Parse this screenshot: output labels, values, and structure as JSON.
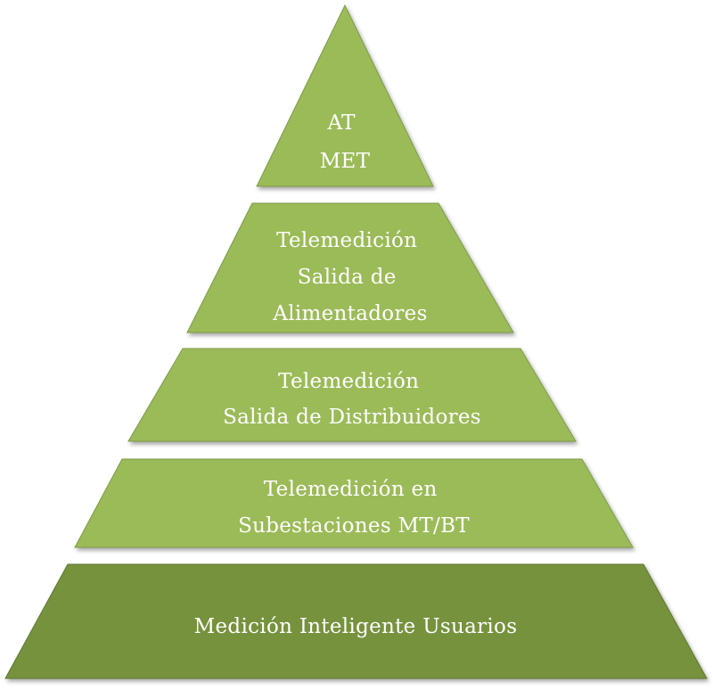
{
  "pyramid": {
    "levels": [
      {
        "lines": [
          "AT",
          "MET"
        ],
        "fill": "#9bbb59",
        "shadow": "#7f9a48"
      },
      {
        "lines": [
          "Telemedición",
          "Salida de",
          "Alimentadores"
        ],
        "fill": "#9bbb59",
        "shadow": "#7f9a48"
      },
      {
        "lines": [
          "Telemedición",
          "Salida de Distribuidores"
        ],
        "fill": "#9bbb59",
        "shadow": "#7f9a48"
      },
      {
        "lines": [
          "Telemedición en",
          "Subestaciones MT/BT"
        ],
        "fill": "#9bbb59",
        "shadow": "#7f9a48"
      },
      {
        "lines": [
          "Medición Inteligente Usuarios"
        ],
        "fill": "#76923c",
        "shadow": "#5f7630"
      }
    ]
  }
}
